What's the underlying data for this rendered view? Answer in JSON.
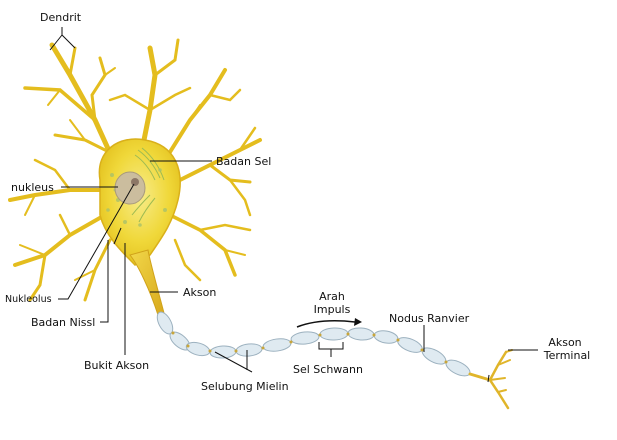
{
  "diagram": {
    "type": "labeled-illustration",
    "subject": "neuron",
    "colors": {
      "dendrite": "#e8c21a",
      "dendrite_highlight": "#f7e57a",
      "cell_body": "#f2dc3c",
      "cytoplasm_green": "#b9cf6a",
      "nucleus": "#c8b79a",
      "nucleolus": "#8f7a6a",
      "myelin": "#dce9f0",
      "myelin_outline": "#9fb3c0",
      "axon": "#e3b92a",
      "label_line": "#111111"
    },
    "labels": {
      "dendrit": "Dendrit",
      "badan_sel": "Badan Sel",
      "nukleus": "nukleus",
      "nukleolus": "Nukleolus",
      "badan_nissl": "Badan Nissl",
      "akson": "Akson",
      "bukit_akson": "Bukit Akson",
      "arah_impuls_1": "Arah",
      "arah_impuls_2": "Impuls",
      "nodus_ranvier": "Nodus Ranvier",
      "sel_schwann": "Sel Schwann",
      "selubung_mielin": "Selubung Mielin",
      "akson_terminal_1": "Akson",
      "akson_terminal_2": "Terminal"
    }
  }
}
